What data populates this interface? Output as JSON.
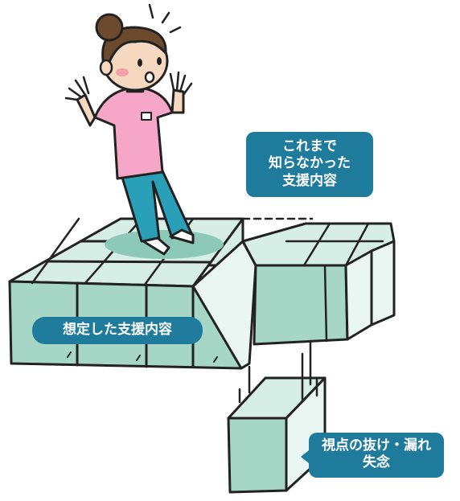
{
  "labels": {
    "unknown_support": [
      "これまで",
      "知らなかった",
      "支援内容"
    ],
    "expected_support": "想定した支援内容",
    "oversight": [
      "視点の抜け・漏れ",
      "失念"
    ]
  },
  "colors": {
    "label_bg": "#1f7b9c",
    "block_face": "#a6d6c6",
    "block_top": "#d6eee6",
    "block_side": "#e9f6f1",
    "outline": "#222222",
    "shirt": "#f6a7c8",
    "pants": "#2aa0b8"
  },
  "icons": [
    "nurse-character",
    "surprise-lines-icon",
    "falling-block"
  ]
}
